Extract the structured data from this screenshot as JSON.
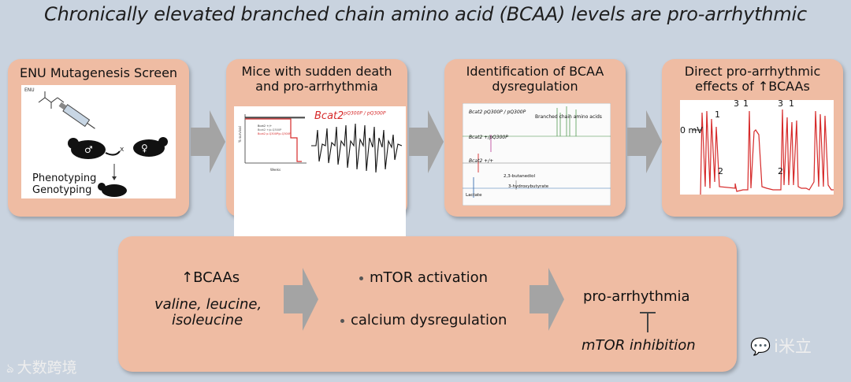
{
  "title": "Chronically elevated branched chain amino acid (BCAA) levels are pro-arrhythmic",
  "panels": [
    {
      "title": "ENU Mutagenesis Screen",
      "inset": {
        "enu_label": "ENU",
        "x_sign": "x",
        "phenotyping": "Phenotyping",
        "genotyping": "Genotyping"
      }
    },
    {
      "title_line1": "Mice with sudden death",
      "title_line2": "and pro-arrhythmia",
      "inset": {
        "ylabel": "% survival",
        "xlabel": "Weeks",
        "legend": [
          "Bcat2 +/+",
          "Bcat2 +/p.Q300P",
          "Bcat2 p.Q300P/p.Q300P"
        ],
        "ecg_label": "Bcat2",
        "ecg_sup": "pQ300P / pQ300P"
      }
    },
    {
      "title_line1": "Identification of BCAA",
      "title_line2": "dysregulation",
      "inset": {
        "header_label": "Branched chain amino acids",
        "traces": [
          "Bcat2 pQ300P / pQ300P",
          "Bcat2 +/pQ300P",
          "Bcat2 +/+"
        ],
        "peak1": "2,3-butanediol",
        "peak2": "3-hydroxybutyrate",
        "peak3": "Lactate"
      }
    },
    {
      "title_line1": "Direct pro-arrhythmic",
      "title_line2": "effects of ↑BCAAs",
      "inset": {
        "zero_label": "0 mV",
        "marks": [
          "1",
          "3",
          "1",
          "3",
          "1",
          "2",
          "2"
        ]
      }
    }
  ],
  "bottom": {
    "bcaa": "↑BCAAs",
    "aa_line1": "valine, leucine,",
    "aa_line2": "isoleucine",
    "item1": "mTOR activation",
    "item2": "calcium dysregulation",
    "outcome": "pro-arrhythmia",
    "inhibition": "mTOR inhibition"
  },
  "watermarks": {
    "left": "大数跨境",
    "right": "i米立"
  },
  "colors": {
    "panel": "#efbca3",
    "background": "#c9d3df",
    "arrow": "#a4a4a4",
    "trace_red": "#d62a2a"
  }
}
